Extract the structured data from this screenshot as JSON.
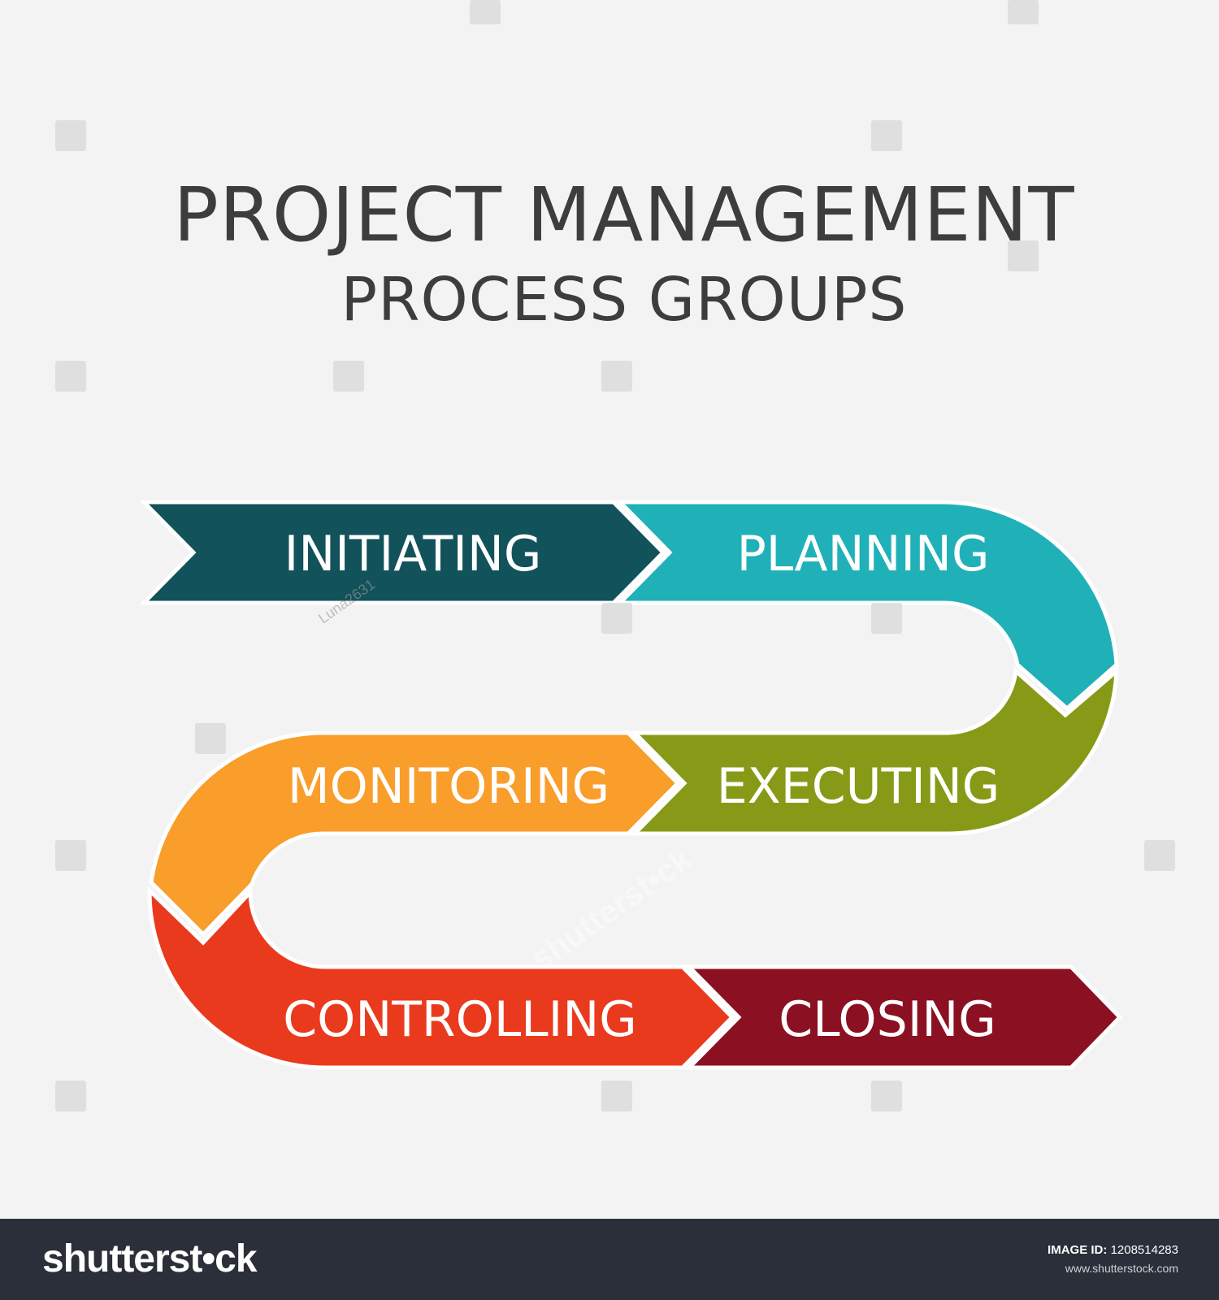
{
  "title": {
    "line1": "PROJECT MANAGEMENT",
    "line2": "PROCESS GROUPS"
  },
  "stages": [
    {
      "label": "INITIATING",
      "color": "#12525b"
    },
    {
      "label": "PLANNING",
      "color": "#20b0b8"
    },
    {
      "label": "EXECUTING",
      "color": "#879a17"
    },
    {
      "label": "MONITORING",
      "color": "#f99d2b"
    },
    {
      "label": "CONTROLLING",
      "color": "#ea3a1e"
    },
    {
      "label": "CLOSING",
      "color": "#8b1022"
    }
  ],
  "watermark": {
    "brand": "shutterst•ck",
    "credit": "Luna2631"
  },
  "footer": {
    "logo": "shutterst•ck",
    "image_id_label": "IMAGE ID:",
    "image_id": "1208514283",
    "url": "www.shutterstock.com"
  }
}
